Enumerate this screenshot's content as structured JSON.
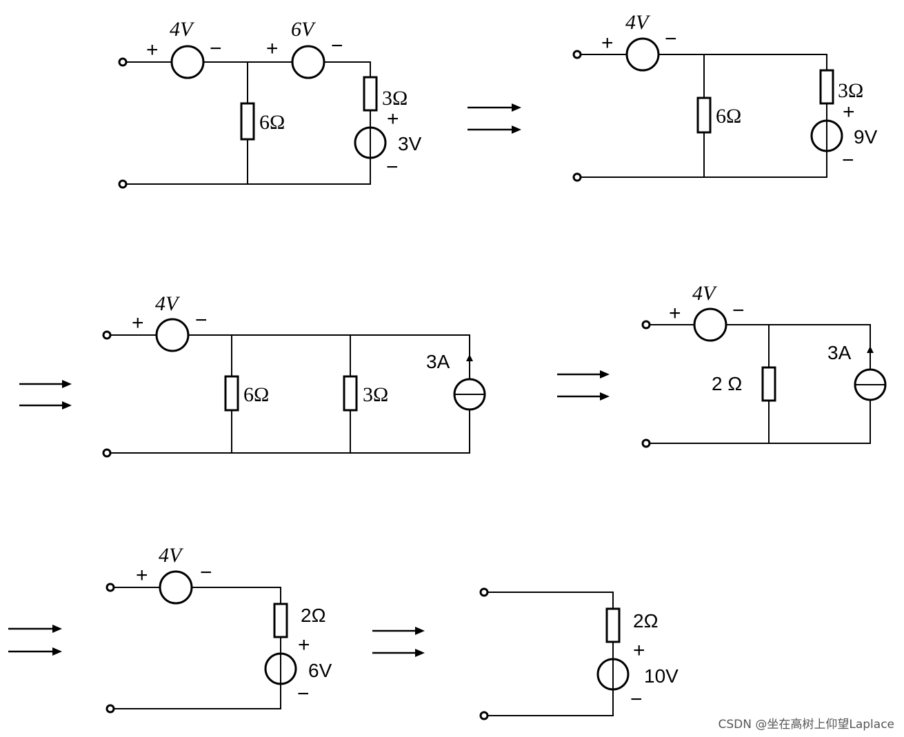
{
  "diagram1": {
    "v1": "4V",
    "v2": "6V",
    "r1": "6Ω",
    "r2": "3Ω",
    "v3": "3V"
  },
  "diagram2": {
    "v1": "4V",
    "r1": "6Ω",
    "r2": "3Ω",
    "v2": "9V"
  },
  "diagram3": {
    "v1": "4V",
    "r1": "6Ω",
    "r2": "3Ω",
    "i1": "3A"
  },
  "diagram4": {
    "v1": "4V",
    "r1": "2 Ω",
    "i1": "3A"
  },
  "diagram5": {
    "v1": "4V",
    "r1": "2Ω",
    "v2": "6V"
  },
  "diagram6": {
    "r1": "2Ω",
    "v1": "10V"
  },
  "signs": {
    "plus": "+",
    "minus": "−"
  },
  "watermark": "CSDN @坐在高树上仰望Laplace"
}
